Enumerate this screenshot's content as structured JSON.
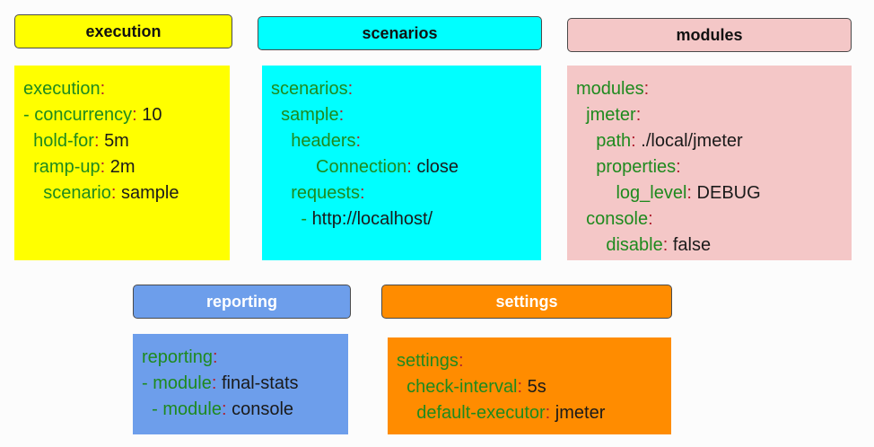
{
  "blocks": {
    "execution": {
      "title": "execution",
      "lines": [
        {
          "indent": "",
          "dash": "",
          "key": "execution",
          "value": ""
        },
        {
          "indent": "",
          "dash": "- ",
          "key": "concurrency",
          "value": "10"
        },
        {
          "indent": "  ",
          "dash": "",
          "key": "hold-for",
          "value": "5m"
        },
        {
          "indent": "  ",
          "dash": "",
          "key": "ramp-up",
          "value": "2m"
        },
        {
          "indent": "    ",
          "dash": "",
          "key": "scenario",
          "value": "sample"
        }
      ]
    },
    "scenarios": {
      "title": "scenarios",
      "lines": [
        {
          "indent": "",
          "dash": "",
          "key": "scenarios",
          "value": ""
        },
        {
          "indent": "  ",
          "dash": "",
          "key": "sample",
          "value": ""
        },
        {
          "indent": "    ",
          "dash": "",
          "key": "headers",
          "value": ""
        },
        {
          "indent": "         ",
          "dash": "",
          "key": "Connection",
          "value": "close"
        },
        {
          "indent": "    ",
          "dash": "",
          "key": "requests",
          "value": ""
        },
        {
          "indent": "      ",
          "dash": "- ",
          "key": "",
          "value": "http://localhost/"
        }
      ]
    },
    "modules": {
      "title": "modules",
      "lines": [
        {
          "indent": "",
          "dash": "",
          "key": "modules",
          "value": ""
        },
        {
          "indent": "  ",
          "dash": "",
          "key": "jmeter",
          "value": ""
        },
        {
          "indent": "    ",
          "dash": "",
          "key": "path",
          "value": "./local/jmeter"
        },
        {
          "indent": "    ",
          "dash": "",
          "key": "properties",
          "value": ""
        },
        {
          "indent": "        ",
          "dash": "",
          "key": "log_level",
          "value": "DEBUG"
        },
        {
          "indent": "  ",
          "dash": "",
          "key": "console",
          "value": ""
        },
        {
          "indent": "      ",
          "dash": "",
          "key": "disable",
          "value": "false"
        }
      ]
    },
    "reporting": {
      "title": "reporting",
      "lines": [
        {
          "indent": "",
          "dash": "",
          "key": "reporting",
          "value": ""
        },
        {
          "indent": "",
          "dash": "- ",
          "key": "module",
          "value": "final-stats"
        },
        {
          "indent": "  ",
          "dash": "- ",
          "key": "module",
          "value": "console"
        }
      ]
    },
    "settings": {
      "title": "settings",
      "lines": [
        {
          "indent": "",
          "dash": "",
          "key": "settings",
          "value": ""
        },
        {
          "indent": "  ",
          "dash": "",
          "key": "check-interval",
          "value": "5s"
        },
        {
          "indent": "    ",
          "dash": "",
          "key": "default-executor",
          "value": "jmeter"
        }
      ]
    }
  },
  "colors": {
    "key": "#1e8a1e",
    "colon": "#b02030",
    "value": "#1a1a1a",
    "execution": "#ffff00",
    "scenarios": "#00ffff",
    "modules": "#f4c7c7",
    "reporting": "#6d9eeb",
    "settings": "#ff8c00"
  }
}
